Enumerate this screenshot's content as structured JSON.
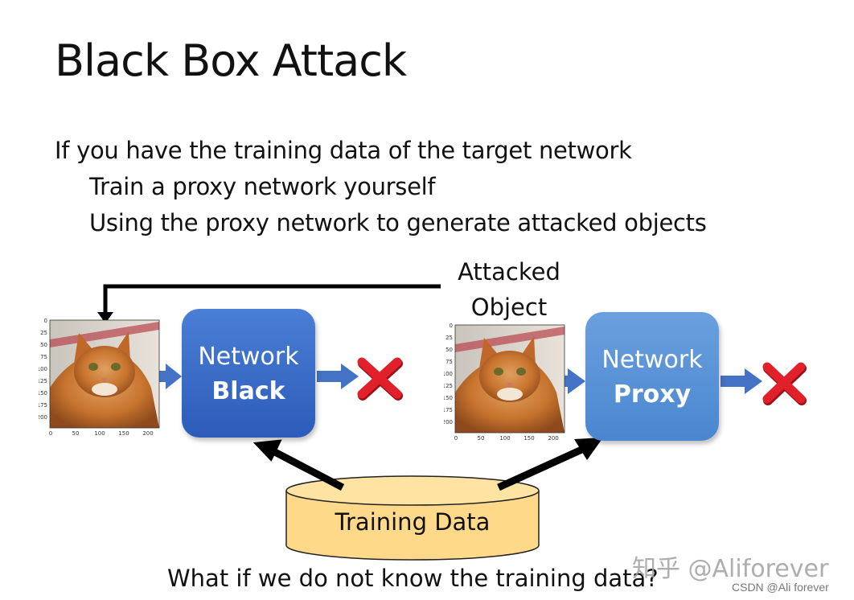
{
  "title": "Black Box Attack",
  "bullets": [
    "If you have the training data of the target network",
    "Train a proxy network yourself",
    "Using the proxy network to generate attacked objects"
  ],
  "attacked_object": {
    "line1": "Attacked",
    "line2": "Object"
  },
  "network_black": {
    "line1": "Network",
    "line2": "Black"
  },
  "network_proxy": {
    "line1": "Network",
    "line2": "Proxy"
  },
  "training_data": "Training Data",
  "question": "What if we do not know the training data?",
  "plot_axes": {
    "y_ticks": [
      "0",
      "25",
      "50",
      "75",
      "100",
      "125",
      "150",
      "175",
      "200"
    ],
    "x_ticks": [
      "0",
      "50",
      "100",
      "150",
      "200"
    ]
  },
  "watermark": {
    "zhihu": "知乎 @Aliforever",
    "csdn": "CSDN @Ali forever"
  },
  "colors": {
    "network_black": "#2f60bd",
    "network_proxy": "#5a93d6",
    "arrow_blue": "#4472c4",
    "cross_red": "#e0202a",
    "cylinder_fill": "#ffd98a",
    "cat_orange": "#c8742e"
  }
}
